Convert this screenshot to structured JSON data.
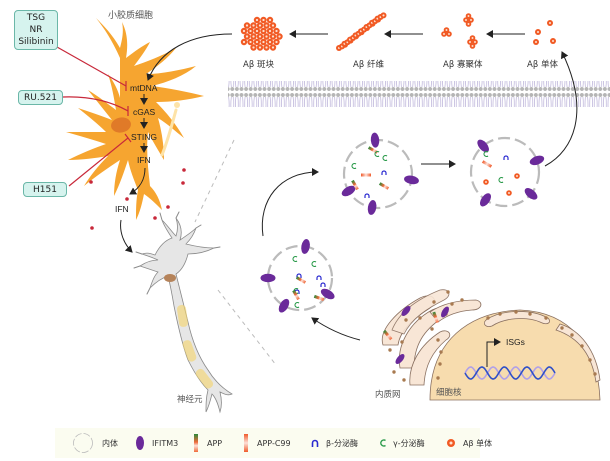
{
  "cells": {
    "microglia_label": "小胶质细胞",
    "neuron_label": "神经元",
    "er_label": "内质网",
    "nucleus_label": "细胞核"
  },
  "pathway": {
    "steps": [
      "mtDNA",
      "cGAS",
      "STING",
      "IFN"
    ],
    "secreted": "IFN"
  },
  "inhibitors": [
    {
      "label": "TSG\nNR\nSilibinin",
      "lines": [
        "TSG",
        "NR",
        "Silibinin"
      ],
      "target": "mtDNA"
    },
    {
      "label": "RU.521",
      "lines": [
        "RU.521"
      ],
      "target": "cGAS"
    },
    {
      "label": "H151",
      "lines": [
        "H151"
      ],
      "target": "STING"
    }
  ],
  "abeta_stages": [
    {
      "label": "Aβ 斑块"
    },
    {
      "label": "Aβ 纤维"
    },
    {
      "label": "Aβ 寡聚体"
    },
    {
      "label": "Aβ 单体"
    }
  ],
  "gene": {
    "label": "ISGs"
  },
  "legend": [
    {
      "icon": "endosome-icon",
      "label": "内体"
    },
    {
      "icon": "ifitm3-icon",
      "label": "IFITM3"
    },
    {
      "icon": "app-icon",
      "label": "APP"
    },
    {
      "icon": "app-c99-icon",
      "label": "APP-C99"
    },
    {
      "icon": "beta-secretase-icon",
      "label": "β-分泌酶"
    },
    {
      "icon": "gamma-secretase-icon",
      "label": "γ-分泌酶"
    },
    {
      "icon": "abeta-monomer-icon",
      "label": "Aβ 单体"
    }
  ],
  "colors": {
    "microglia": "#f6a530",
    "inhibitor_fill": "#d6f3ee",
    "inhibitor_border": "#6bb7a8",
    "inhibition_line": "#c8283a",
    "abeta": "#f15a24",
    "ifitm3": "#6a2a9a",
    "beta_secretase": "#2a2ad0",
    "gamma_secretase": "#2a9a4a",
    "membrane": "#b9b0d8",
    "nucleus": "#f7dcae",
    "er": "#f8e6d6",
    "dna_blue": "#3050c8",
    "dna_purple": "#b0a0e8"
  }
}
